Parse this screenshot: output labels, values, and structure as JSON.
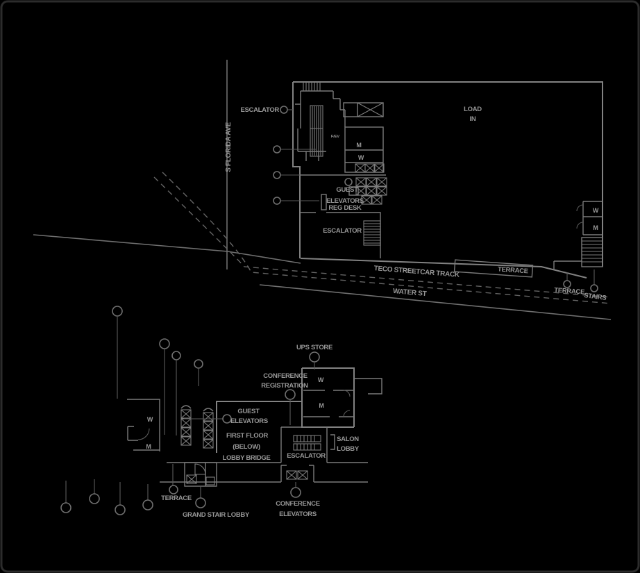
{
  "colors": {
    "background": "#000000",
    "walls": "#828282",
    "streets": "#6f6f6f",
    "text": "#979797",
    "callout": "#707070",
    "frame": "#2c2c2c"
  },
  "upper_plan": {
    "street_vertical": "S FLORIDA AVE",
    "escalator_callout": "ESCALATOR",
    "freight_elevator": "F/EV",
    "mens_room": "M",
    "womens_room": "W",
    "guest_elevators": {
      "line1": "GUEST",
      "line2": "ELEVATORS"
    },
    "reg_desk": "REG DESK",
    "load_in": {
      "line1": "LOAD",
      "line2": "IN"
    },
    "escalator_room": "ESCALATOR",
    "streetcar_track": "TECO STREETCAR TRACK",
    "terrace_walk": "TERRACE",
    "water_street": "WATER ST",
    "womens_room_right": "W",
    "mens_room_right": "M",
    "terrace_callout": "TERRACE",
    "stairs_callout": "STAIRS"
  },
  "lower_plan": {
    "ups_store": "UPS STORE",
    "conference_registration": {
      "line1": "CONFERENCE",
      "line2": "REGISTRATION"
    },
    "womens_room": "W",
    "mens_room": "M",
    "guest_elevators": {
      "line1": "GUEST",
      "line2": "ELEVATORS"
    },
    "womens_room_left": "W",
    "mens_room_left": "M",
    "first_floor": {
      "line1": "FIRST FLOOR",
      "line2": "(BELOW)"
    },
    "lobby_bridge": "LOBBY BRIDGE",
    "escalator": "ESCALATOR",
    "salon_lobby": {
      "line1": "SALON",
      "line2": "LOBBY"
    },
    "terrace_callout": "TERRACE",
    "grand_stair_lobby": "GRAND STAIR LOBBY",
    "conference_elevators": {
      "line1": "CONFERENCE",
      "line2": "ELEVATORS"
    }
  }
}
